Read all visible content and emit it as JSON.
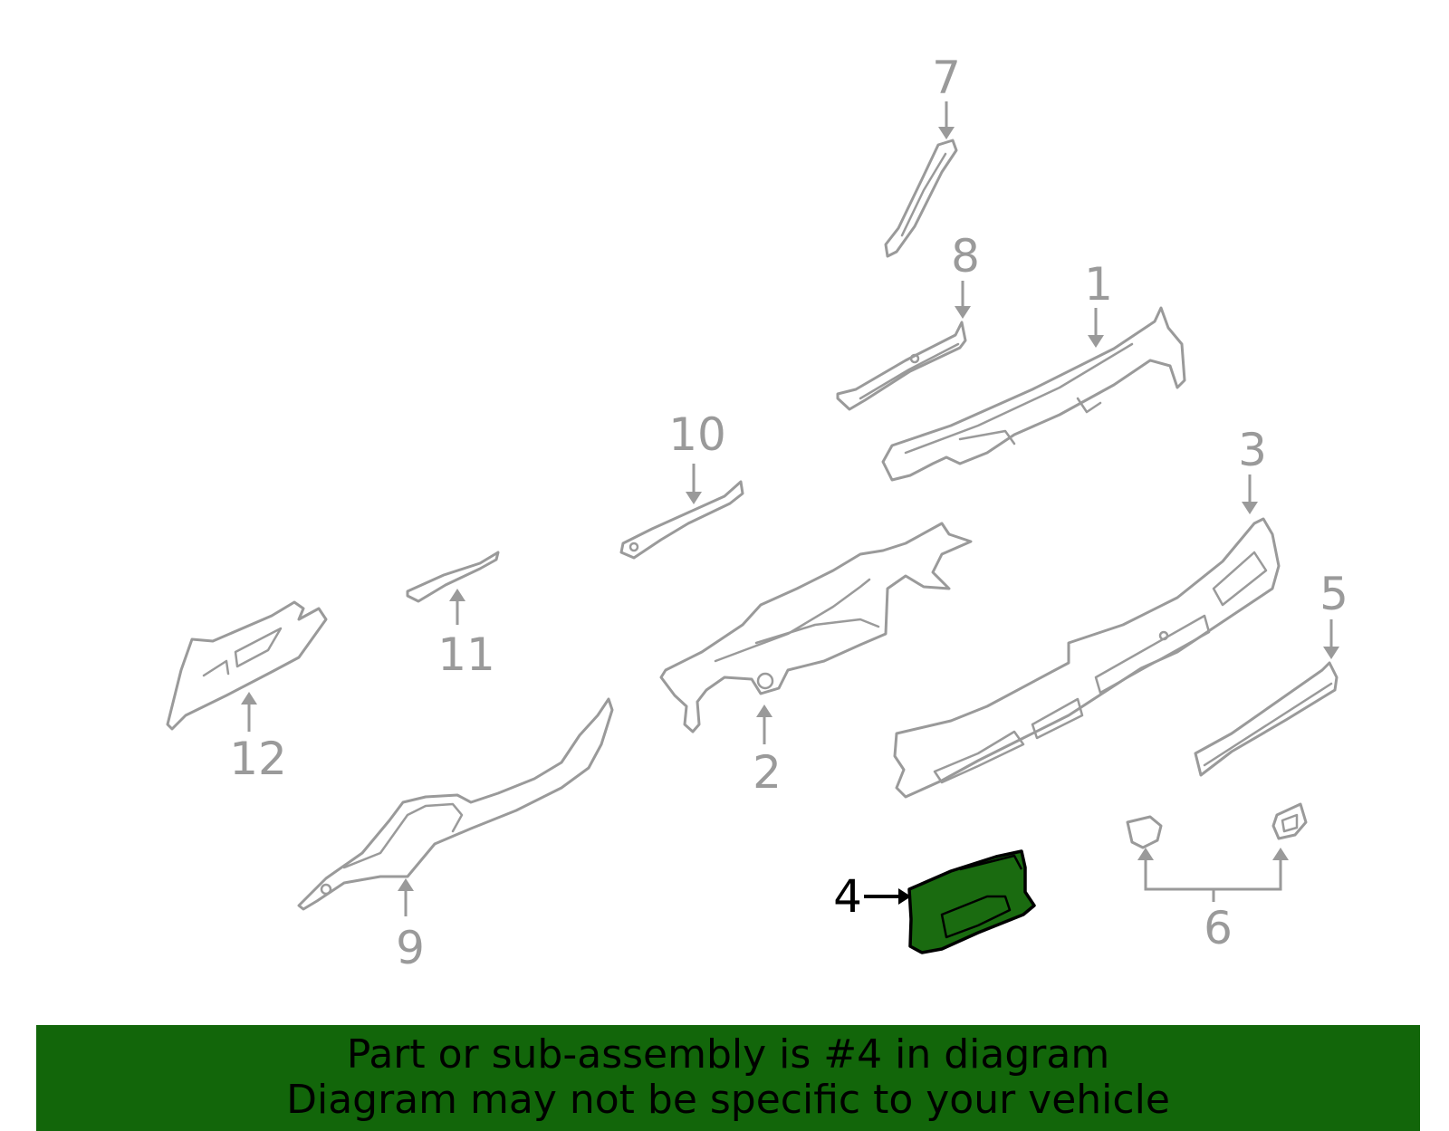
{
  "diagram": {
    "callouts": [
      "1",
      "2",
      "3",
      "4",
      "5",
      "6",
      "7",
      "8",
      "9",
      "10",
      "11",
      "12"
    ],
    "highlighted_callout": "4",
    "colors": {
      "highlight": "#1a6b10",
      "outline": "#9a9a9a",
      "banner": "#12660a"
    }
  },
  "banner": {
    "line1": "Part or sub-assembly is #4 in diagram",
    "line2": "Diagram may not be specific to your vehicle"
  }
}
